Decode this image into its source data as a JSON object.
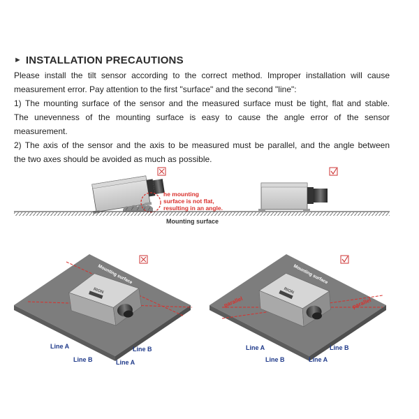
{
  "section": {
    "marker_icon": "triangle-right-icon",
    "title": "INSTALLATION PRECAUTIONS"
  },
  "paragraphs": [
    "Please install the tilt sensor according to the correct method. Improper installation will cause",
    "measurement error. Pay attention to the first \"surface\" and the second \"line\":",
    "1) The mounting surface of the sensor and the measured surface must be tight, flat and stable.",
    "The unevenness of the mounting surface is easy to cause the angle error of the sensor",
    "measurement.",
    "2) The axis of the sensor and the axis to be measured must be parallel, and the angle between",
    "the two axes should be avoided as much as possible."
  ],
  "side_view": {
    "wrong_annotation": [
      "he mounting",
      "surface is not flat,",
      "resulting in an angle."
    ],
    "ground_label": "Mounting surface"
  },
  "perspective": {
    "surface_label": "Mounting surface",
    "device_brand": "RION",
    "left": {
      "line_a": "Line A",
      "line_b": "Line B",
      "line_b_2": "Line B",
      "line_a_2": "Line A"
    },
    "right": {
      "parallel": "parallel",
      "line_a": "Line A",
      "line_b": "Line B",
      "line_b_2": "Line B",
      "line_a_2": "Line A"
    }
  },
  "colors": {
    "accent_red": "#d9302c",
    "plate_gray": "#7d7d7d",
    "device_gray": "#cfcfcf"
  },
  "icons": {
    "wrong": "checkbox-x-icon",
    "correct": "checkbox-check-icon"
  }
}
